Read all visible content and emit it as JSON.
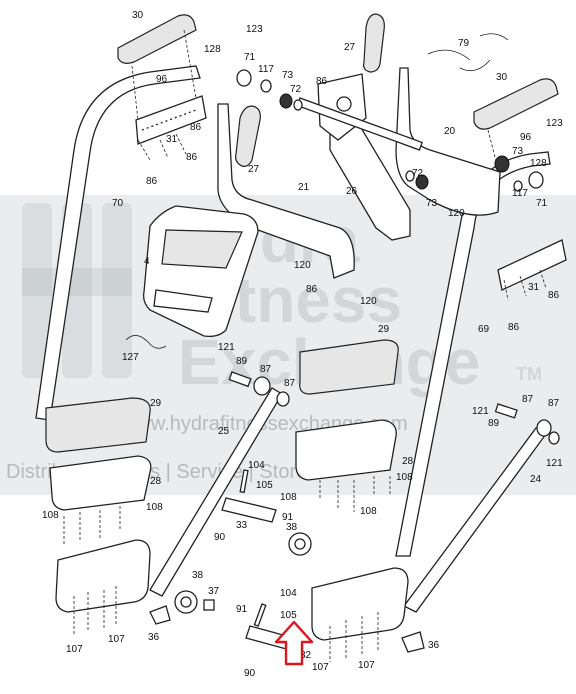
{
  "watermark": {
    "brand_line1": "Hydra",
    "brand_line2": "Fitness",
    "brand_line3": "Exchange",
    "trademark": "TM",
    "url": "www.hydrafitnessexchange.com",
    "tagline": "Distributor | Parts | Service | Store"
  },
  "callouts": {
    "p30a": "30",
    "p123a": "123",
    "p128a": "128",
    "p71a": "71",
    "p117a": "117",
    "p73a": "73",
    "p72a": "72",
    "p96a": "96",
    "p31a": "31",
    "p86a": "86",
    "p86b": "86",
    "p86c": "86",
    "p27a": "27",
    "p27b": "27",
    "p79": "79",
    "p30b": "30",
    "p96b": "96",
    "p123b": "123",
    "p20": "20",
    "p73b": "73",
    "p128b": "128",
    "p117b": "117",
    "p71b": "71",
    "p70": "70",
    "p21": "21",
    "p26": "26",
    "p72b": "72",
    "p73c": "73",
    "p86d": "86",
    "p120a": "120",
    "p120b": "120",
    "p120c": "120",
    "p4": "4",
    "p86e": "86",
    "p31b": "31",
    "p86f": "86",
    "p86g": "86",
    "p69": "69",
    "p127": "127",
    "p29a": "29",
    "p121a": "121",
    "p89a": "89",
    "p87a": "87",
    "p87b": "87",
    "p29b": "29",
    "p121b": "121",
    "p89b": "89",
    "p87c": "87",
    "p87d": "87",
    "p121c": "121",
    "p25": "25",
    "p28a": "28",
    "p28b": "28",
    "p104a": "104",
    "p105a": "105",
    "p108a": "108",
    "p108b": "108",
    "p108c": "108",
    "p108d": "108",
    "p108e": "108",
    "p91a": "91",
    "p33": "33",
    "p90a": "90",
    "p24": "24",
    "p38a": "38",
    "p38b": "38",
    "p37": "37",
    "p104b": "104",
    "p105b": "105",
    "p91b": "91",
    "p32": "32",
    "p90b": "90",
    "p107a": "107",
    "p107b": "107",
    "p107c": "107",
    "p107d": "107",
    "p36a": "36",
    "p36b": "36"
  },
  "colors": {
    "highlight_arrow": "#e0141c",
    "line": "#222222",
    "watermark": "#9ea7ad"
  },
  "icons": {
    "highlight": "up-arrow-icon"
  }
}
